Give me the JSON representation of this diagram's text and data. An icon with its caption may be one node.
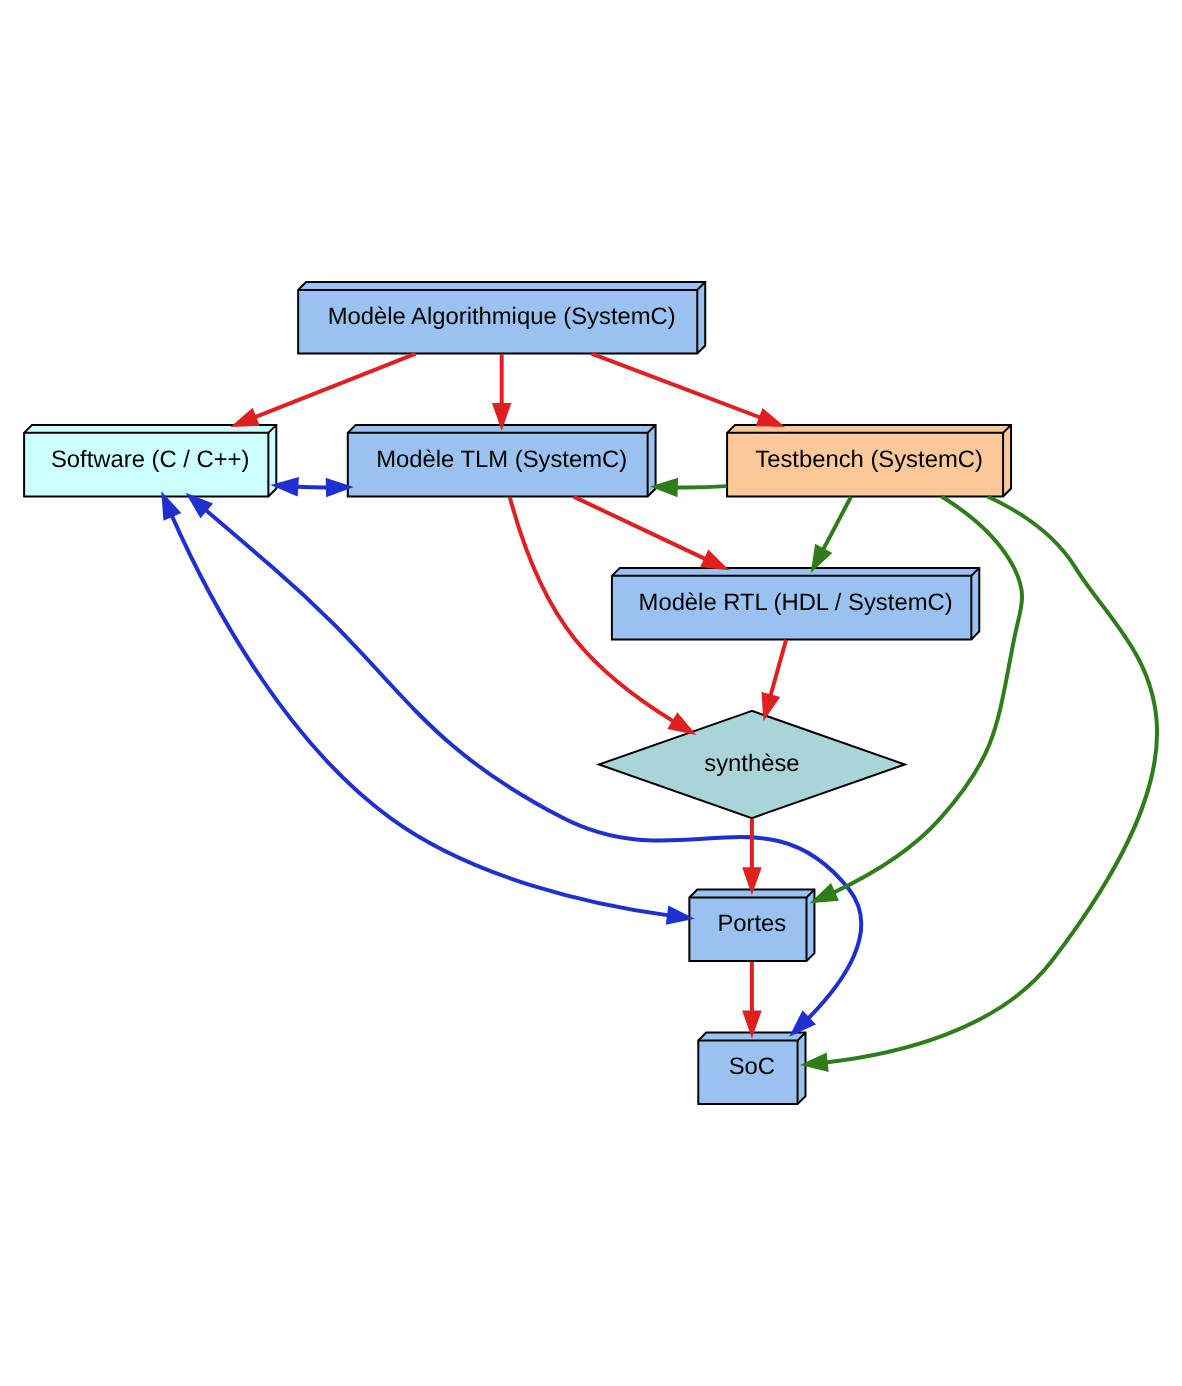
{
  "diagram": {
    "nodes": [
      {
        "text": [
          "Modèle Algorithmique (SystemC)"
        ]
      },
      {
        "text": [
          "Software (C / C++)"
        ]
      },
      {
        "text": [
          "Modèle TLM (SystemC)"
        ]
      },
      {
        "text": [
          "Testbench (SystemC)"
        ]
      },
      {
        "text": [
          "Modèle RTL (HDL / SystemC)"
        ]
      },
      {
        "text": [
          "synthèse"
        ]
      },
      {
        "text": [
          "Portes"
        ]
      },
      {
        "text": [
          "SoC"
        ]
      }
    ],
    "edges": [
      {
        "from": 0,
        "to": 1,
        "arrow": "to"
      },
      {
        "from": 0,
        "to": 2,
        "arrow": "to"
      },
      {
        "from": 0,
        "to": 3,
        "arrow": "to"
      },
      {
        "from": 1,
        "to": 2,
        "arrow": "both",
        "color": "#1f2fd0"
      },
      {
        "from": 3,
        "to": 2,
        "arrow": "to",
        "color": "#2e7d1a"
      },
      {
        "from": 2,
        "to": 4,
        "arrow": "to"
      },
      {
        "from": 2,
        "to": 5,
        "arrow": "to"
      },
      {
        "from": 3,
        "to": 4,
        "arrow": "to",
        "color": "#2e7d1a"
      },
      {
        "from": 4,
        "to": 5,
        "arrow": "to"
      },
      {
        "from": 5,
        "to": 6,
        "arrow": "to"
      },
      {
        "from": 3,
        "to": 6,
        "arrow": "to",
        "color": "#2e7d1a"
      },
      {
        "from": 3,
        "to": 7,
        "arrow": "to",
        "color": "#2e7d1a"
      },
      {
        "from": 6,
        "to": 7,
        "arrow": "to"
      },
      {
        "from": 1,
        "to": 6,
        "arrow": "both",
        "color": "#1f2fd0"
      },
      {
        "from": 1,
        "to": 7,
        "arrow": "both",
        "color": "#1f2fd0"
      }
    ]
  }
}
